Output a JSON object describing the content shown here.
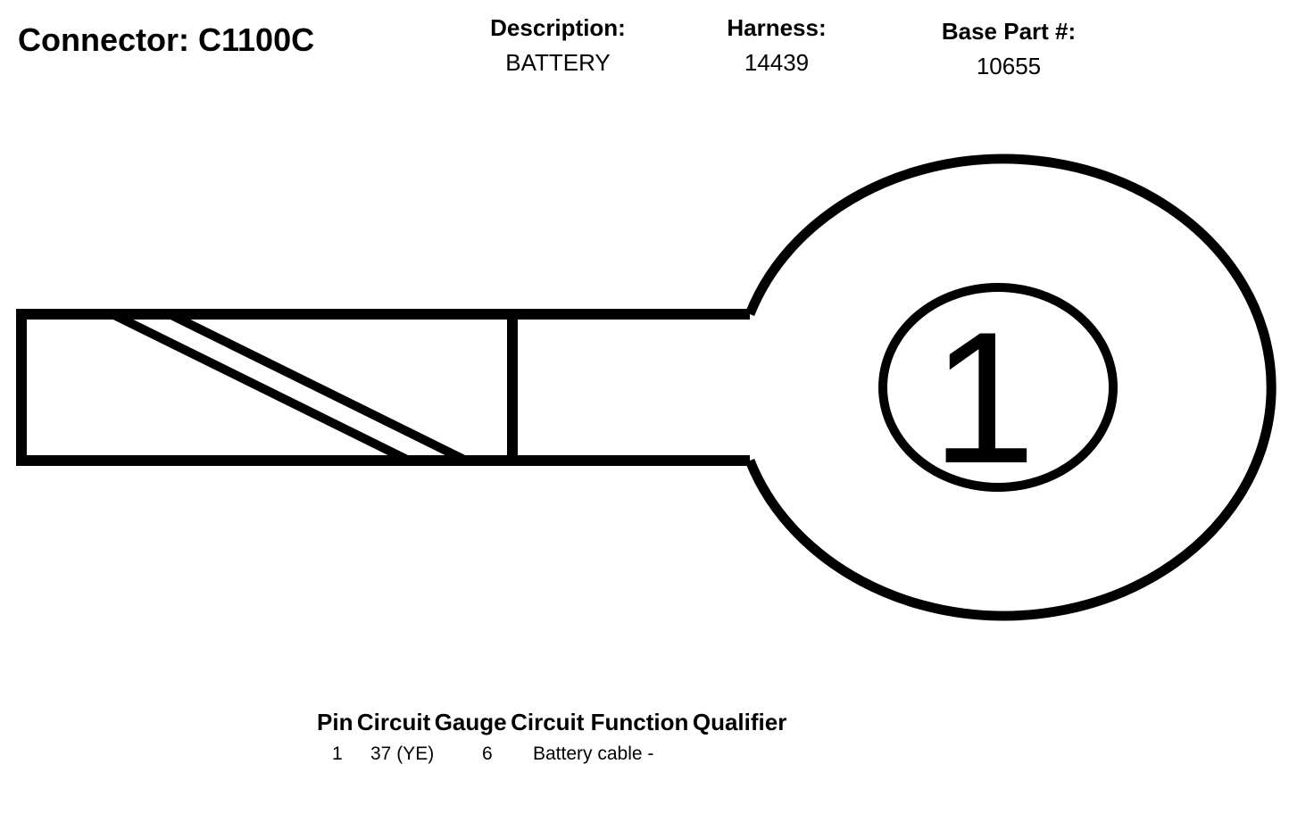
{
  "connector": {
    "title": "Connector: C1100C"
  },
  "description": {
    "label": "Description:",
    "value": "BATTERY"
  },
  "harness": {
    "label": "Harness:",
    "value": "14439"
  },
  "base_part": {
    "label": "Base Part #:",
    "value": "10655"
  },
  "diagram": {
    "pin_number": "1"
  },
  "pin_table": {
    "headers": [
      "Pin",
      "Circuit",
      "Gauge",
      "Circuit Function",
      "Qualifier"
    ],
    "rows": [
      {
        "pin": "1",
        "circuit": "37 (YE)",
        "gauge": "6",
        "function": "Battery cable -",
        "qualifier": ""
      }
    ]
  }
}
